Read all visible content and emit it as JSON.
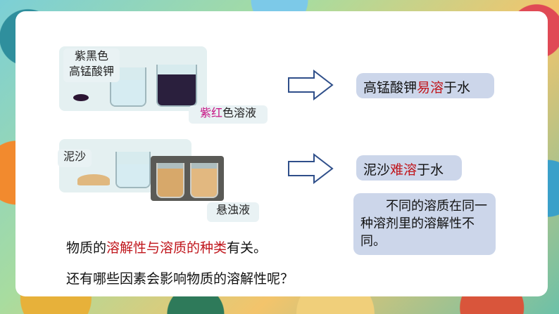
{
  "kmno4": {
    "label_line1": "紫黑色",
    "label_line2": "高锰酸钾",
    "solution_prefix": "紫红",
    "solution_suffix": "色溶液"
  },
  "sand": {
    "label": "泥沙",
    "suspension": "悬浊液"
  },
  "result1": {
    "prefix": "高锰酸钾",
    "highlight": "易溶",
    "suffix": "于水"
  },
  "result2": {
    "prefix": "泥沙",
    "highlight": "难溶",
    "suffix": "于水"
  },
  "conclusion_box": "不同的溶质在同一种溶剂里的溶解性不同。",
  "statement": {
    "prefix": "物质的",
    "highlight": "溶解性与溶质的种类",
    "suffix": "有关。"
  },
  "question": "还有哪些因素会影响物质的溶解性呢？",
  "colors": {
    "highlight_red": "#c0161c",
    "magenta": "#c71585",
    "result_bg": "#ccd6ea"
  }
}
